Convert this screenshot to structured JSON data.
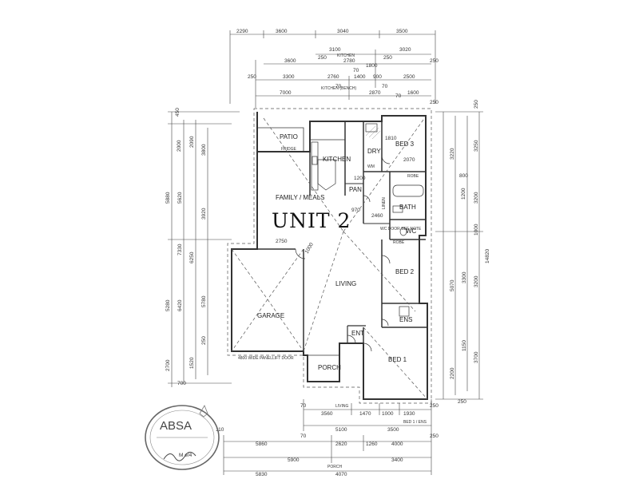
{
  "plan": {
    "title": "UNIT 2",
    "rooms": {
      "patio": "PATIO",
      "kitchen": "KITCHEN",
      "dry": "DRY",
      "bed3": "BED 3",
      "family": "FAMILY / MEALS",
      "pan": "PAN",
      "bath": "BATH",
      "wc": "WC",
      "linen": "LINEN",
      "bed2": "BED 2",
      "garage": "GARAGE",
      "living": "LIVING",
      "ens": "ENS",
      "ent": "ENT",
      "porch": "PORCH",
      "bed1": "BED 1"
    },
    "top_dims": {
      "row1": [
        "2290",
        "3600",
        "3040",
        "3500"
      ],
      "row2": [
        "250",
        "3100",
        "250",
        "3020"
      ],
      "kitchen_label": "KITCHEN",
      "row3": [
        "3600",
        "2780",
        "1800",
        "250"
      ],
      "row4": [
        "250",
        "3300",
        "2760",
        "1400",
        "900",
        "2500"
      ],
      "kitchen_bench": "KITCHEN (BENCH)",
      "row5": [
        "7000",
        "2870",
        "1600",
        "250"
      ],
      "small": [
        "70",
        "70",
        "70",
        "70"
      ]
    },
    "left_dims": [
      "450",
      "2000",
      "2090",
      "3800",
      "5880",
      "5620",
      "3920",
      "7330",
      "6250",
      "5280",
      "6420",
      "5780",
      "2700",
      "1520",
      "250",
      "700"
    ],
    "right_dims": [
      "250",
      "3220",
      "3250",
      "800",
      "1200",
      "3200",
      "1000",
      "14820",
      "5070",
      "3300",
      "3200",
      "2200",
      "3700",
      "250",
      "1150"
    ],
    "bottom_dims": {
      "living_label": "LIVING",
      "row1": [
        "3560",
        "1470",
        "1000",
        "1930"
      ],
      "row2": [
        "5100",
        "3500"
      ],
      "bed1_label": "BED 1 / ENS",
      "row3": [
        "5860",
        "2620",
        "1260",
        "4000"
      ],
      "row4": [
        "5900",
        "3400"
      ],
      "porch_label": "PORCH",
      "row5": [
        "5830",
        "4070"
      ],
      "small": [
        "70",
        "70",
        "250",
        "250",
        "110"
      ]
    },
    "annotations": {
      "door_size": "1000",
      "family_width": "2750",
      "fridge": "FRIDGE",
      "wm": "WM",
      "robe": "ROBE",
      "wc_note": "WC DOOR SEE NOTE",
      "garage_door": "4800 WIDE PANELLIFT DOOR",
      "heights": [
        "1810",
        "2070",
        "970",
        "2460",
        "1200"
      ]
    },
    "stamp": {
      "text": "ABSA",
      "signature": "M e/4"
    }
  }
}
